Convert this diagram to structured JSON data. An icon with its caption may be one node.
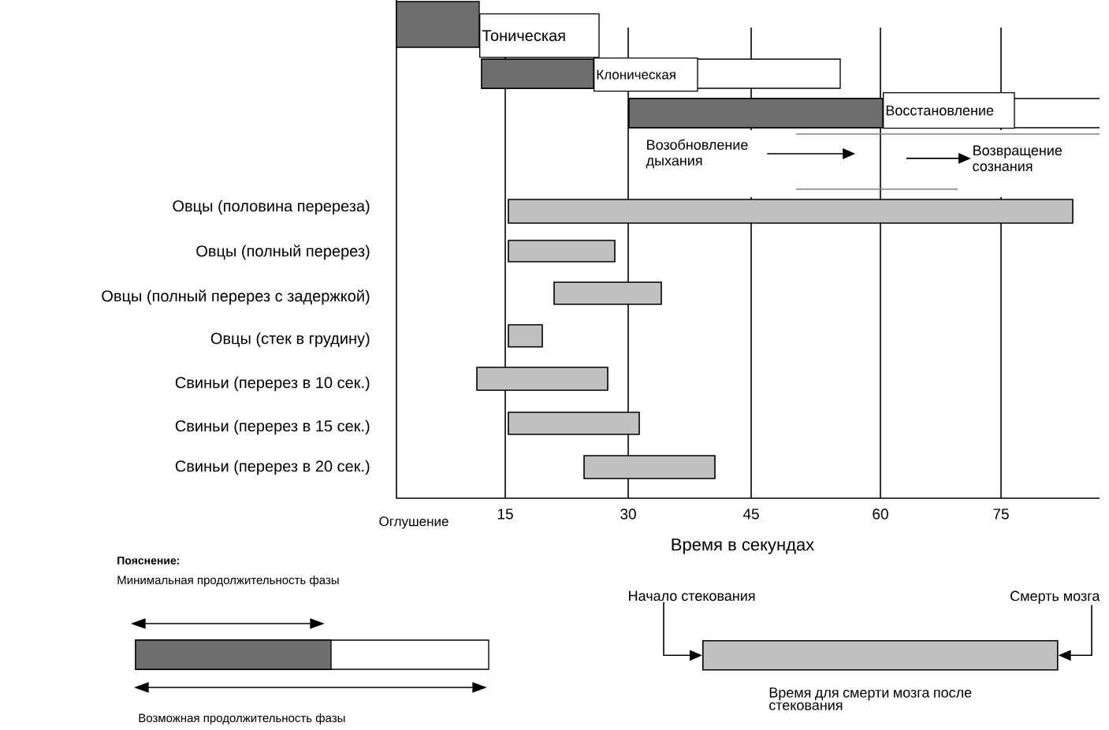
{
  "diagram": {
    "nodes": [
      {
        "text": [
          "Тоническая"
        ]
      },
      {
        "text": [
          "Клоническая"
        ]
      },
      {
        "text": [
          "Восстановление"
        ]
      },
      {
        "text": [
          "Возобновление дыхания"
        ]
      },
      {
        "text": [
          "Возвращение сознания"
        ]
      },
      {
        "text": [
          "Начало стекования"
        ]
      },
      {
        "text": [
          "Смерть мозга"
        ]
      },
      {
        "text": [],
        "shape": "bar",
        "beside": [
          "Время для смерти мозга после стекования"
        ]
      }
    ],
    "edges": [
      {
        "from": 3,
        "to": null,
        "arrow": "to"
      },
      {
        "from": null,
        "to": 4,
        "arrow": "to"
      },
      {
        "from": 5,
        "to": 7,
        "arrow": "to"
      },
      {
        "from": 6,
        "to": 7,
        "arrow": "to"
      }
    ],
    "labels": [
      "Овцы (половина перереза)",
      "Овцы (полный перерез)",
      "Овцы (полный перерез с задержкой)",
      "Овцы (стек в грудину)",
      "Свиньи (перерез в 10 сек.)",
      "Свиньи (перерез в 15 сек.)",
      "Свиньи (перерез в 20 сек.)",
      "Оглушение",
      "15",
      "30",
      "45",
      "60",
      "75",
      "Время в секундах",
      "Пояснение:",
      "Минимальная продолжительность фазы",
      "Возможная продолжительность фазы"
    ]
  }
}
